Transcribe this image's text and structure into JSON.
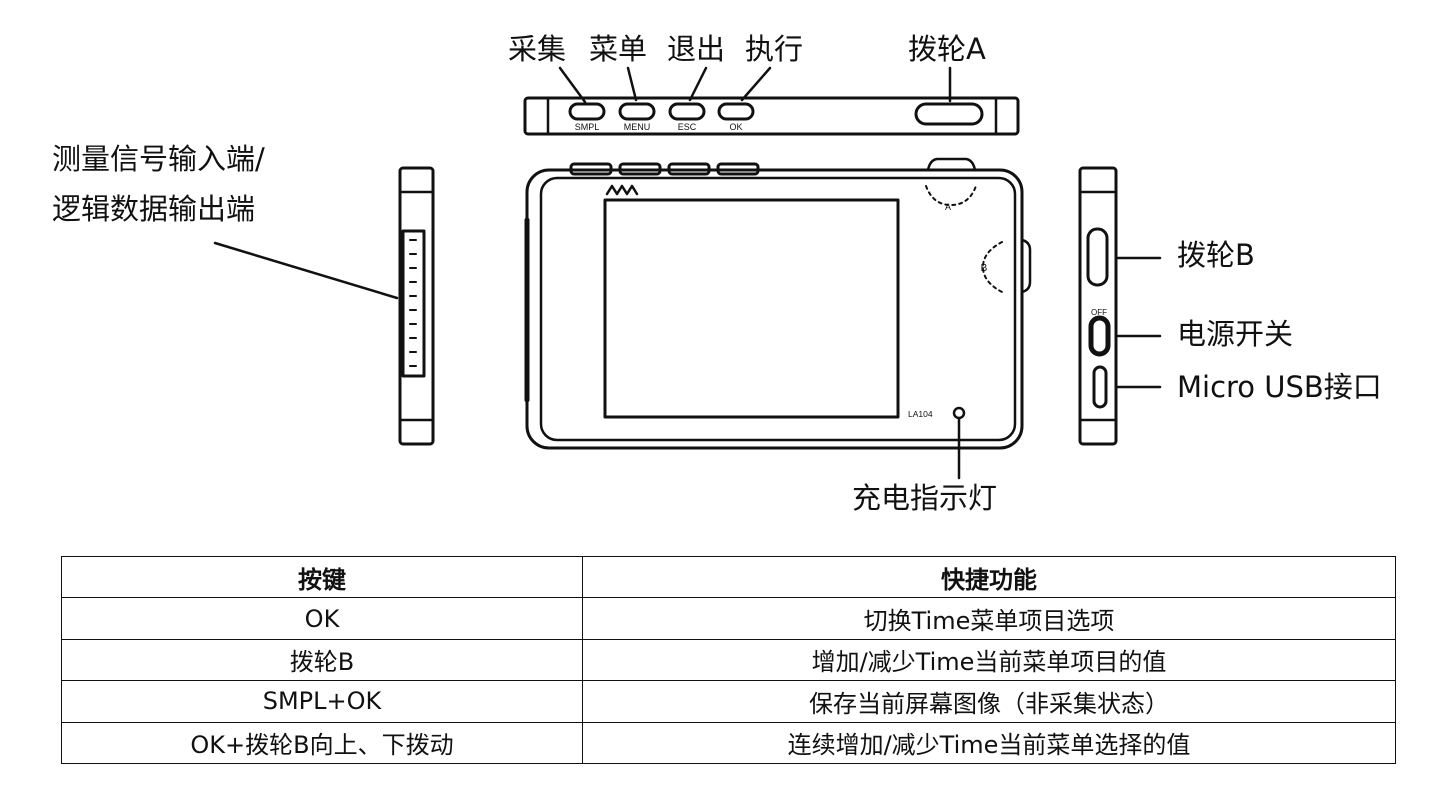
{
  "callouts": {
    "smpl_cn": "采集",
    "menu_cn": "菜单",
    "esc_cn": "退出",
    "ok_cn": "执行",
    "wheel_a": "拨轮A",
    "io_port_line1": "测量信号输入端/",
    "io_port_line2": "逻辑数据输出端",
    "wheel_b": "拨轮B",
    "power": "电源开关",
    "usb": "Micro USB接口",
    "charge_led": "充电指示灯"
  },
  "device": {
    "btn_smpl": "SMPL",
    "btn_menu": "MENU",
    "btn_esc": "ESC",
    "btn_ok": "OK",
    "mark_a": "A",
    "mark_b": "B",
    "model": "LA104",
    "switch_off": "OFF"
  },
  "table": {
    "headers": [
      "按键",
      "快捷功能"
    ],
    "rows": [
      [
        "OK",
        "切换Time菜单项目选项"
      ],
      [
        "拨轮B",
        "增加/减少Time当前菜单项目的值"
      ],
      [
        "SMPL+OK",
        "保存当前屏幕图像（非采集状态）"
      ],
      [
        "OK+拨轮B向上、下拨动",
        "连续增加/减少Time当前菜单选择的值"
      ]
    ]
  }
}
